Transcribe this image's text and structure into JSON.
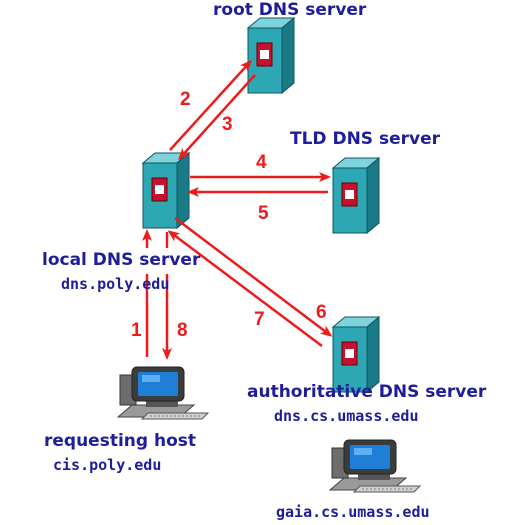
{
  "nodes": {
    "root": {
      "name": "root DNS server"
    },
    "tld": {
      "name": "TLD DNS server"
    },
    "local": {
      "name": "local DNS server",
      "host": "dns.poly.edu"
    },
    "authoritative": {
      "name": "authoritative DNS server",
      "host": "dns.cs.umass.edu"
    },
    "requesting": {
      "name": "requesting host",
      "host": "cis.poly.edu"
    },
    "gaia": {
      "host": "gaia.cs.umass.edu"
    }
  },
  "steps": [
    {
      "num": "1",
      "from": "requesting",
      "to": "local"
    },
    {
      "num": "2",
      "from": "local",
      "to": "root"
    },
    {
      "num": "3",
      "from": "root",
      "to": "local"
    },
    {
      "num": "4",
      "from": "local",
      "to": "tld"
    },
    {
      "num": "5",
      "from": "tld",
      "to": "local"
    },
    {
      "num": "6",
      "from": "local",
      "to": "authoritative"
    },
    {
      "num": "7",
      "from": "authoritative",
      "to": "local"
    },
    {
      "num": "8",
      "from": "local",
      "to": "requesting"
    }
  ],
  "colors": {
    "arrow": "#ee1b1b",
    "label": "#1e1e9a",
    "server_face": "#2ea7b5",
    "server_side": "#1a7a85",
    "server_top": "#7fd3db"
  }
}
